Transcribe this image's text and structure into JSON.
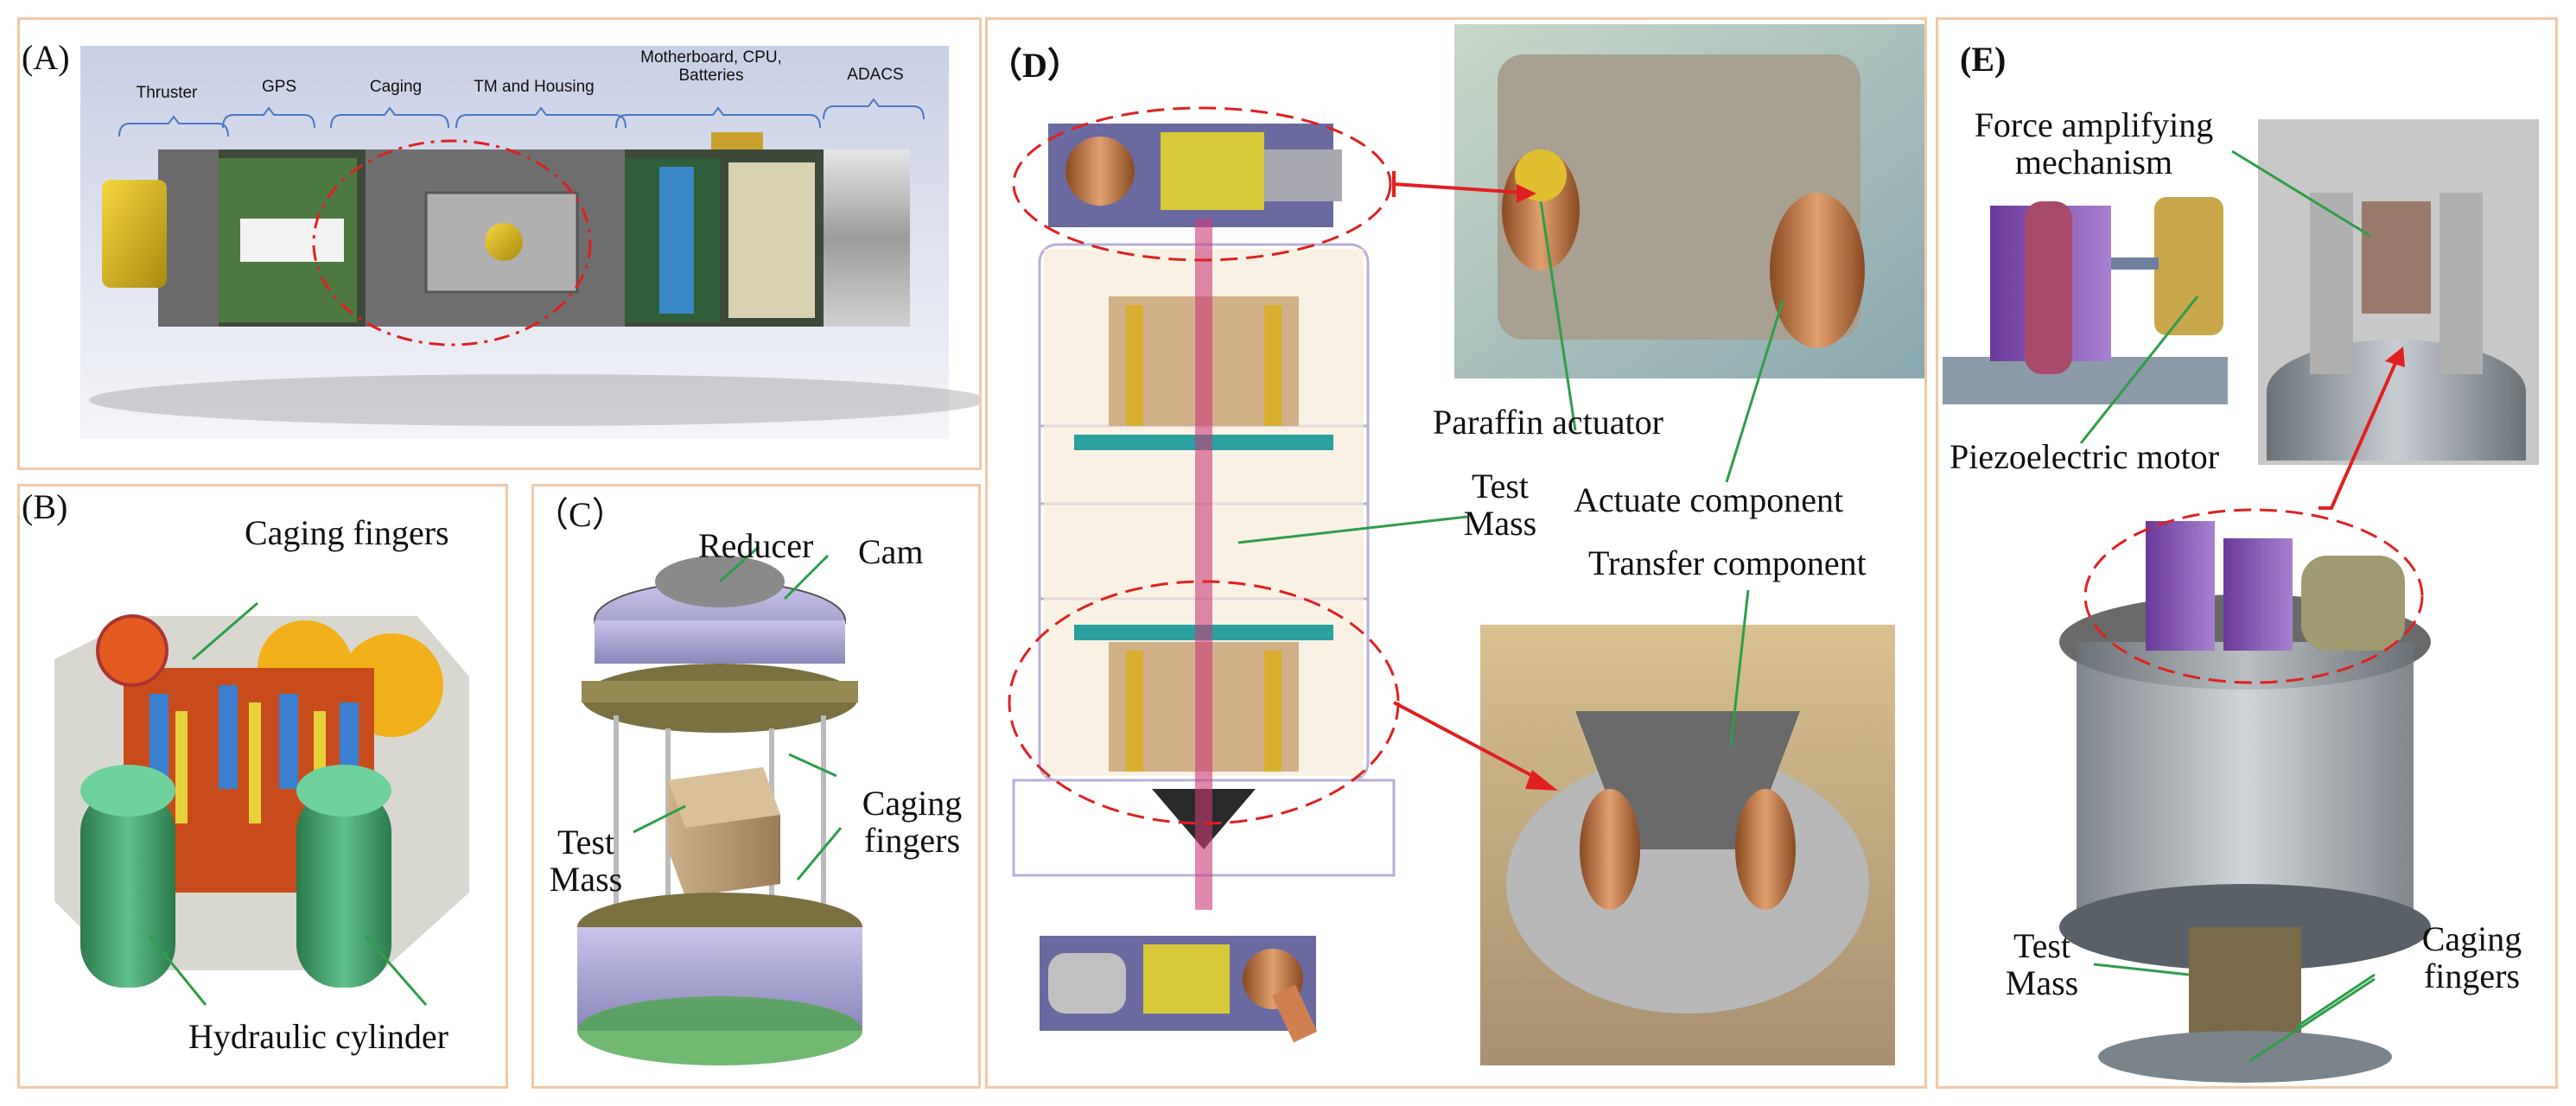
{
  "panels": {
    "a": {
      "label": "(A)",
      "headers": [
        "Thruster",
        "GPS",
        "Caging",
        "TM and Housing",
        "Motherboard, CPU, Batteries",
        "ADACS"
      ]
    },
    "b": {
      "label": "(B)",
      "caging_fingers": "Caging fingers",
      "hydraulic_cylinder": "Hydraulic cylinder"
    },
    "c": {
      "label": "（C）",
      "reducer": "Reducer",
      "cam": "Cam",
      "test_mass": "Test Mass",
      "caging_fingers": "Caging fingers"
    },
    "d": {
      "label": "（D）",
      "paraffin_actuator": "Paraffin actuator",
      "test_mass": "Test Mass",
      "actuate_component": "Actuate component",
      "transfer_component": "Transfer component"
    },
    "e": {
      "label": "(E)",
      "force_amplifying": "Force amplifying mechanism",
      "piezoelectric_motor": "Piezoelectric motor",
      "test_mass": "Test Mass",
      "caging_fingers": "Caging fingers"
    }
  },
  "colors": {
    "panel_border": "#f1c9a8",
    "highlight": "#e02020",
    "leader_line": "#2e9e4a",
    "header_bracket": "#4a78c4"
  }
}
